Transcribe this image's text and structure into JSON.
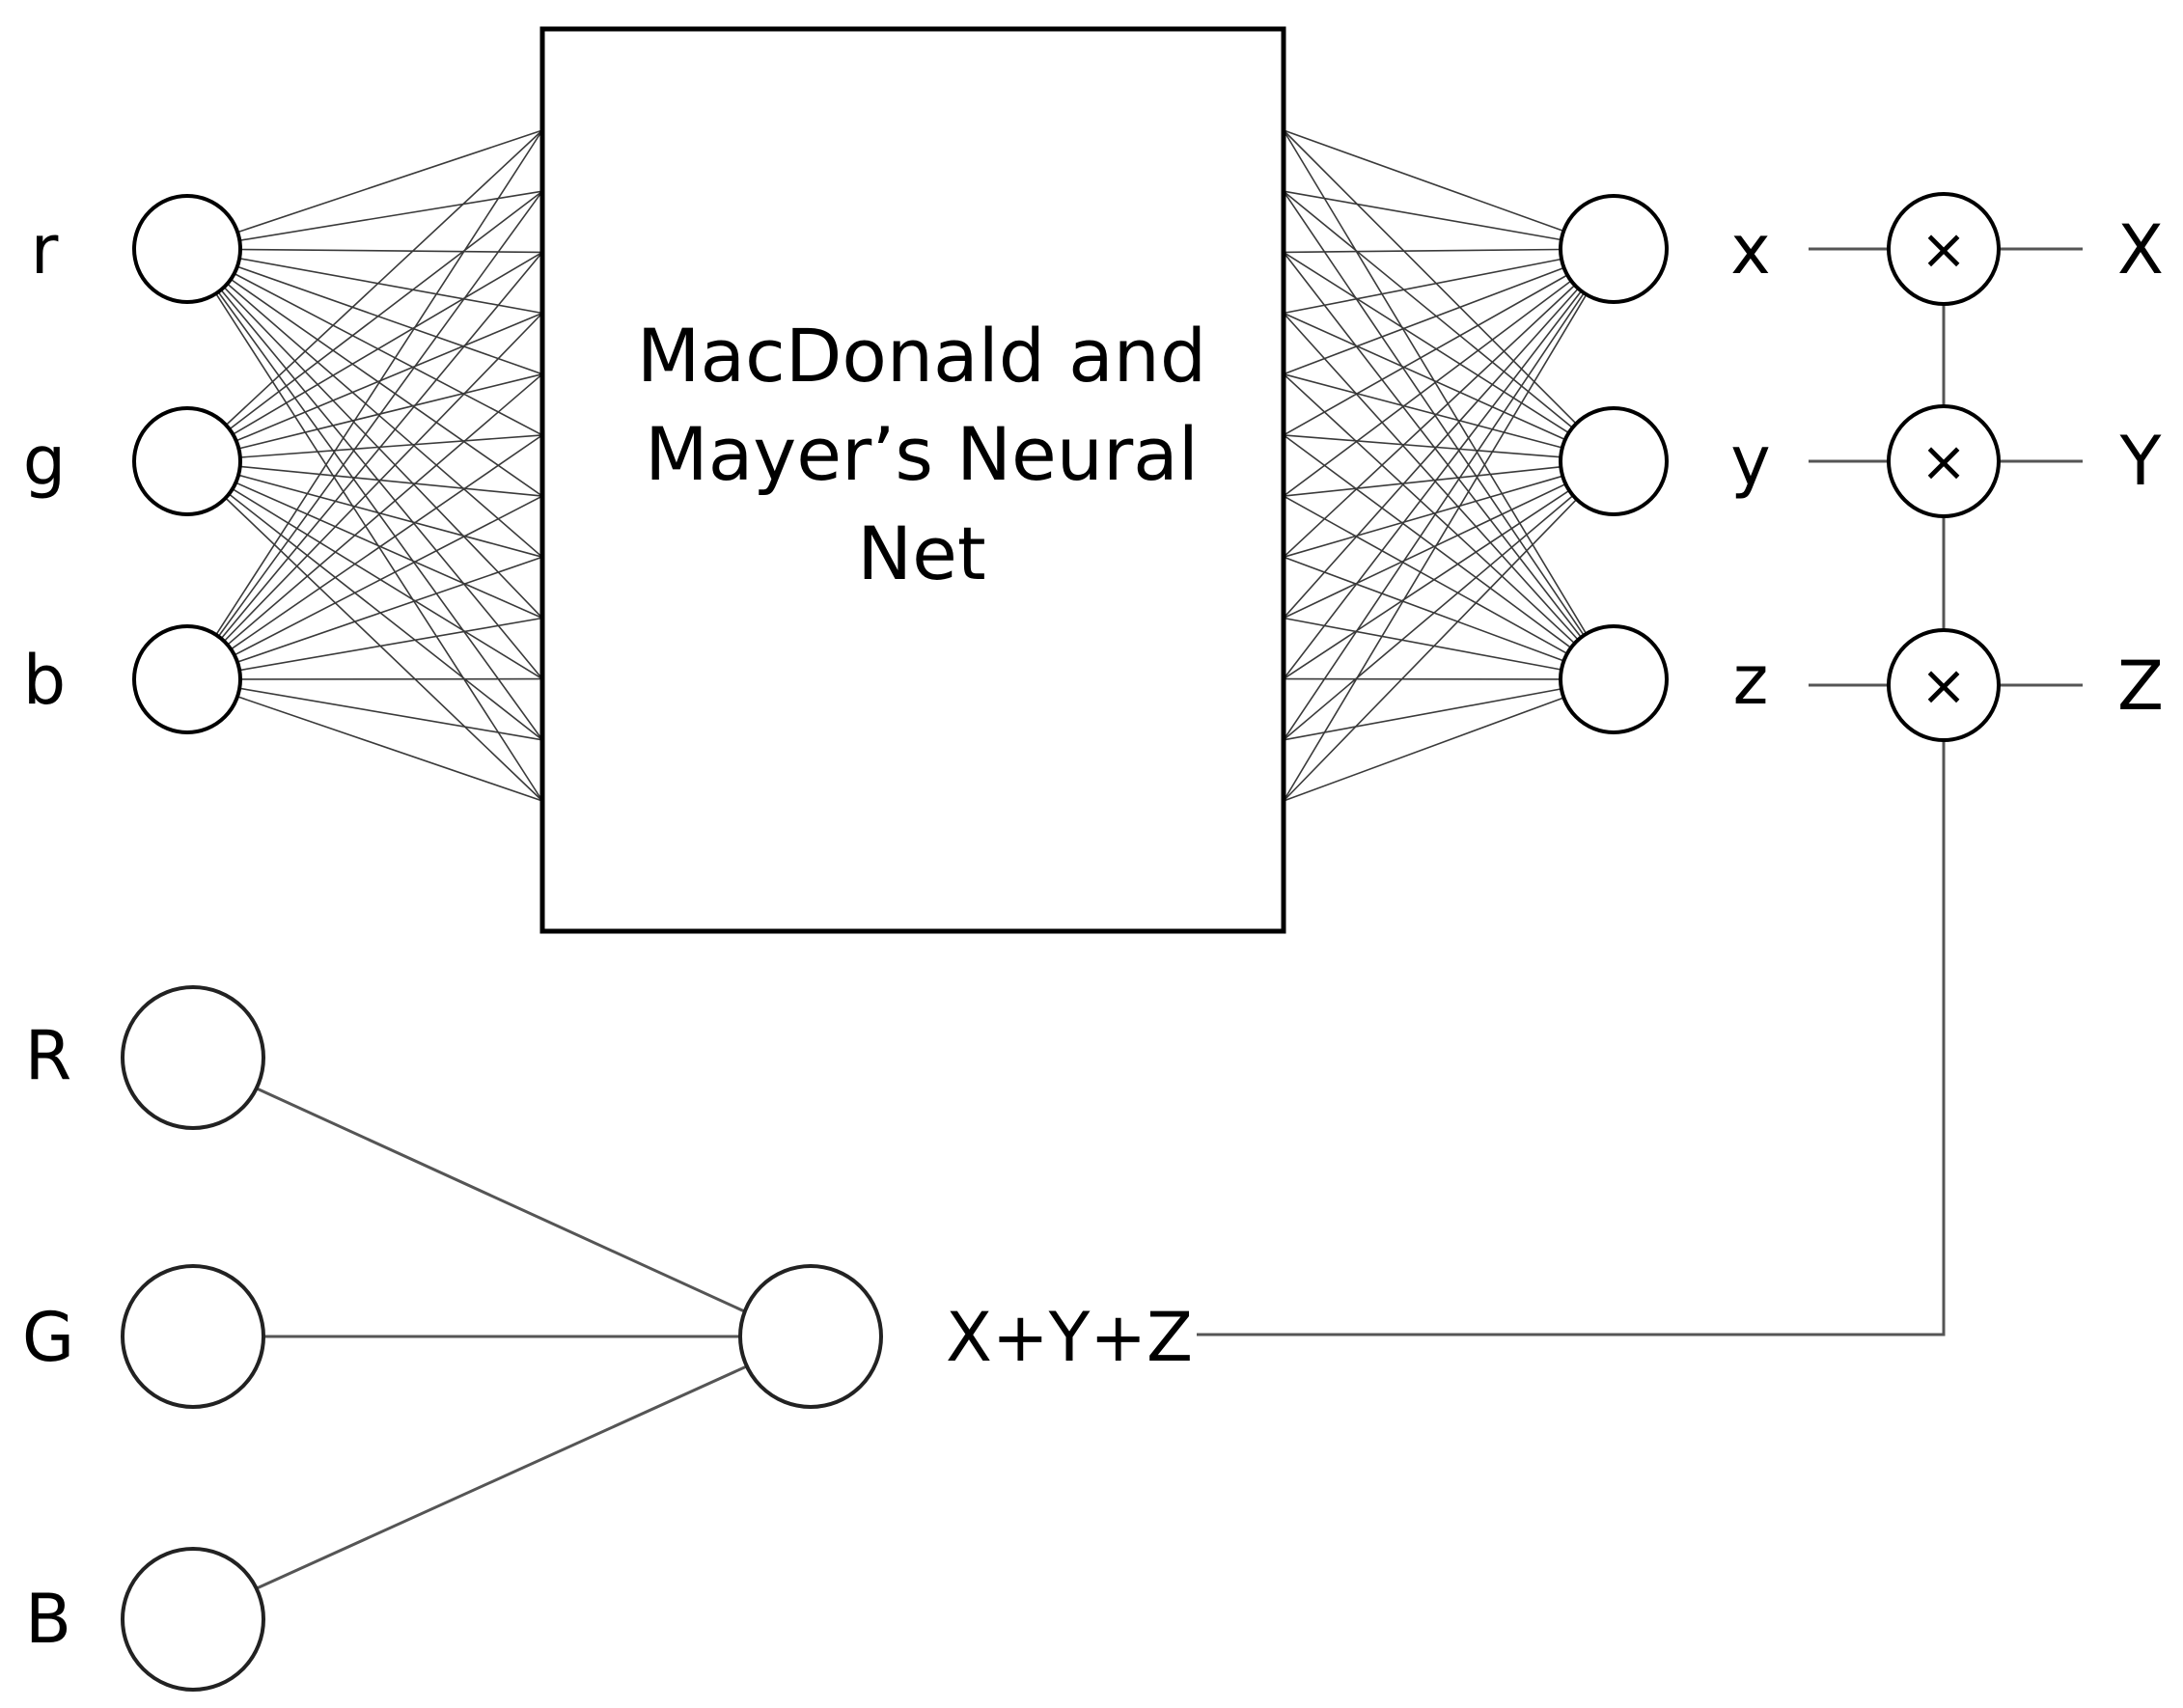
{
  "box": {
    "lines": [
      "MacDonald and",
      "Mayer’s Neural",
      "Net"
    ]
  },
  "inputs": [
    {
      "id": "r",
      "label": "r"
    },
    {
      "id": "g",
      "label": "g"
    },
    {
      "id": "b",
      "label": "b"
    }
  ],
  "outputs": [
    {
      "id": "x",
      "label": "x",
      "product": "X"
    },
    {
      "id": "y",
      "label": "y",
      "product": "Y"
    },
    {
      "id": "z",
      "label": "z",
      "product": "Z"
    }
  ],
  "multiply_symbol": "×",
  "sum_inputs": [
    {
      "id": "R",
      "label": "R"
    },
    {
      "id": "G",
      "label": "G"
    },
    {
      "id": "B",
      "label": "B"
    }
  ],
  "sum_label": "X+Y+Z",
  "connections": [
    {
      "from": "r",
      "to": "neural-net",
      "style": "fully-connected"
    },
    {
      "from": "g",
      "to": "neural-net",
      "style": "fully-connected"
    },
    {
      "from": "b",
      "to": "neural-net",
      "style": "fully-connected"
    },
    {
      "from": "neural-net",
      "to": "x",
      "style": "fully-connected"
    },
    {
      "from": "neural-net",
      "to": "y",
      "style": "fully-connected"
    },
    {
      "from": "neural-net",
      "to": "z",
      "style": "fully-connected"
    },
    {
      "from": "x",
      "to": "multiply-x"
    },
    {
      "from": "y",
      "to": "multiply-y"
    },
    {
      "from": "z",
      "to": "multiply-z"
    },
    {
      "from": "multiply-x",
      "to": "X"
    },
    {
      "from": "multiply-y",
      "to": "Y"
    },
    {
      "from": "multiply-z",
      "to": "Z"
    },
    {
      "from": "R",
      "to": "sum-node"
    },
    {
      "from": "G",
      "to": "sum-node"
    },
    {
      "from": "B",
      "to": "sum-node"
    },
    {
      "from": "sum-node",
      "to": "multiply-x"
    },
    {
      "from": "sum-node",
      "to": "multiply-y"
    },
    {
      "from": "sum-node",
      "to": "multiply-z"
    }
  ]
}
